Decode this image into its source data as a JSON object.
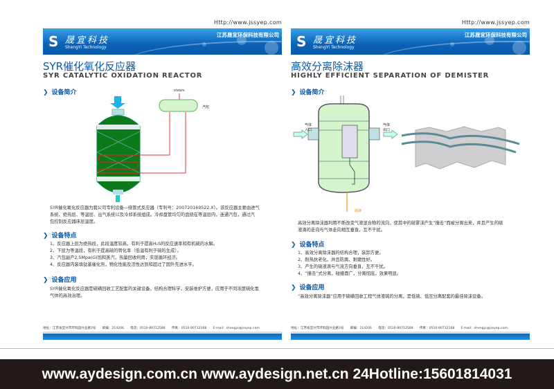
{
  "url": "Http://www.jssyep.com",
  "logo": {
    "cn": "晟宜科技",
    "en": "ShengYi Technology"
  },
  "company": "江苏晟宜环保科技有限公司",
  "left": {
    "title_cn": "SYR催化氧化反应器",
    "title_en": "SYR CATALYTIC OXIDATION REACTOR",
    "sections": {
      "intro": "设备简介",
      "features": "设备特点",
      "application": "设备应用"
    },
    "diagram": {
      "steam": "steam",
      "drum": "汽包"
    },
    "intro_lines": [
      "SYR催化氧化反应器为我公司专利设备—绕管式反应器（专利号：200720169522.X）。该反应器主要由进气",
      "系统、绝热层、等温层、出气系统以及冷却系统组成。冷却盘管均匀的盘绕在等温层内，连通汽包，通过汽",
      "包控制反应器床层温度。"
    ],
    "features": [
      "1、反应器上层为绝热段，此段温度较高，有利于提高H₂S的反应速率和有机硫的水解。",
      "2、下层为等温段，有利于提高硫的转化率（低温有利于硫的生成）。",
      "3、汽包副产2.5Mpa(G)饱和蒸汽，热量回收利用，实现循环经济。",
      "4、反应器内装填钛基催化剂，物化性能及活性达到和超过了国外先进水平。"
    ],
    "application_lines": [
      "SYR催化氧化反应器是硫磺回收工艺配套的关键设备，结构合理科学，安装维护方便，应用于不同浓度硫化氢",
      "气体的高效治理。"
    ]
  },
  "right": {
    "title_cn": "高效分离除沫器",
    "title_en": "HIGHLY EFFICIENT SEPARATION OF DEMISTER",
    "sections": {
      "intro": "设备简介",
      "features": "设备特点",
      "application": "设备应用"
    },
    "diagram": {
      "inlet1": "气体",
      "inlet2": "入口",
      "outlet1": "气体",
      "outlet2": "出口",
      "sulfur": "硫磺"
    },
    "intro_lines": [
      "高效分离除沫器利用不断改变气液混合物的流向，使其中的硫雾沫产生“撞击”而被分离出来，并且产生的硫",
      "液滴的走向与气体走向相互垂直，互不干扰。"
    ],
    "features": [
      "1、高效分离除沫器的结构合理，装卸方便。",
      "2、耐热抗老化，并且防腐、耐磨性好。",
      "3、产生的硫液滴与气流方向垂直，互不干扰。",
      "4、“撞击”式分离，碰撞面广，分离彻底，效果明显。"
    ],
    "application_lines": [
      "“高效分离除沫器”应用于硫磺回收工程气体液硫的分离，是低硫、低压分离配套的最佳除沫设备。"
    ]
  },
  "footer": "地址：江苏省宜兴市环科园兴业路3号　　邮编：214206　　电话：0510-80712588　　传真：0510-80712168　　E-mail：shengyi@jssyep.com",
  "watermark": "www.aydesign.com.cn www.aydesign.net.cn 24Hotline:15601814031"
}
